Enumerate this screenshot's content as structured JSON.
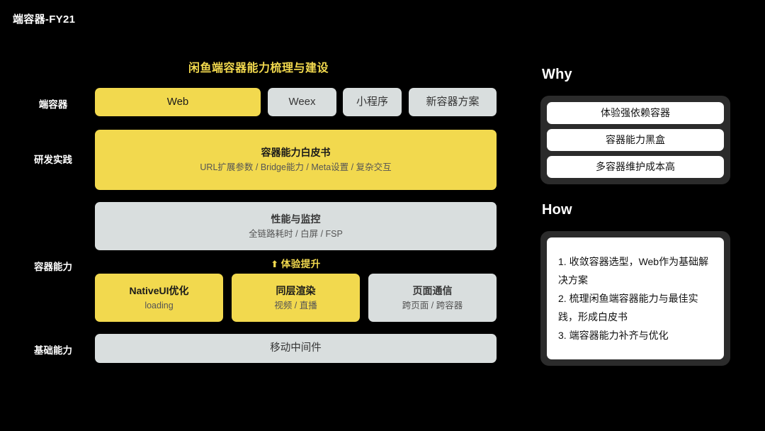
{
  "slide": {
    "title": "端容器-FY21"
  },
  "diagram": {
    "heading": "闲鱼端容器能力梳理与建设",
    "row_labels": {
      "containers": "端容器",
      "practice": "研发实践",
      "container_capability": "容器能力",
      "base_capability": "基础能力"
    },
    "arrow_label": {
      "glyph": "⬆",
      "text": "体验提升"
    },
    "row_containers": [
      {
        "title": "Web",
        "sub": "",
        "color": "#F2D94E",
        "style": "yellow"
      },
      {
        "title": "Weex",
        "sub": "",
        "color": "#D9DEDE",
        "style": "gray"
      },
      {
        "title": "小程序",
        "sub": "",
        "color": "#D9DEDE",
        "style": "gray"
      },
      {
        "title": "新容器方案",
        "sub": "",
        "color": "#D9DEDE",
        "style": "gray"
      }
    ],
    "row_practice": [
      {
        "title": "容器能力白皮书",
        "sub": "URL扩展参数 / Bridge能力 / Meta设置 / 复杂交互",
        "color": "#F2D94E",
        "style": "yellow"
      }
    ],
    "row_performance": [
      {
        "title": "性能与监控",
        "sub": "全链路耗时 / 白屏 / FSP",
        "color": "#D9DEDE",
        "style": "gray"
      }
    ],
    "row_capability": [
      {
        "title": "NativeUI优化",
        "sub": "loading",
        "color": "#F2D94E",
        "style": "yellow"
      },
      {
        "title": "同层渲染",
        "sub": "视频 / 直播",
        "color": "#F2D94E",
        "style": "yellow"
      },
      {
        "title": "页面通信",
        "sub": "跨页面 / 跨容器",
        "color": "#D9DEDE",
        "style": "gray"
      }
    ],
    "row_base": [
      {
        "title": "移动中间件",
        "sub": "",
        "color": "#D9DEDE",
        "style": "gray"
      }
    ]
  },
  "right_panel": {
    "why": {
      "heading": "Why",
      "items": [
        "体验强依赖容器",
        "容器能力黑盒",
        "多容器维护成本高"
      ]
    },
    "how": {
      "heading": "How",
      "lines": [
        "1. 收敛容器选型，Web作为基础解决方案",
        "2. 梳理闲鱼端容器能力与最佳实践，形成白皮书",
        "3. 端容器能力补齐与优化"
      ]
    }
  },
  "colors": {
    "background": "#000000",
    "accent_yellow": "#F2D94E",
    "neutral_gray": "#D9DEDE",
    "card_group_bg": "#2B2B2B",
    "card_bg": "#FFFFFF",
    "text_light": "#FFFFFF",
    "text_dark": "#111111",
    "text_sub": "#555555"
  }
}
